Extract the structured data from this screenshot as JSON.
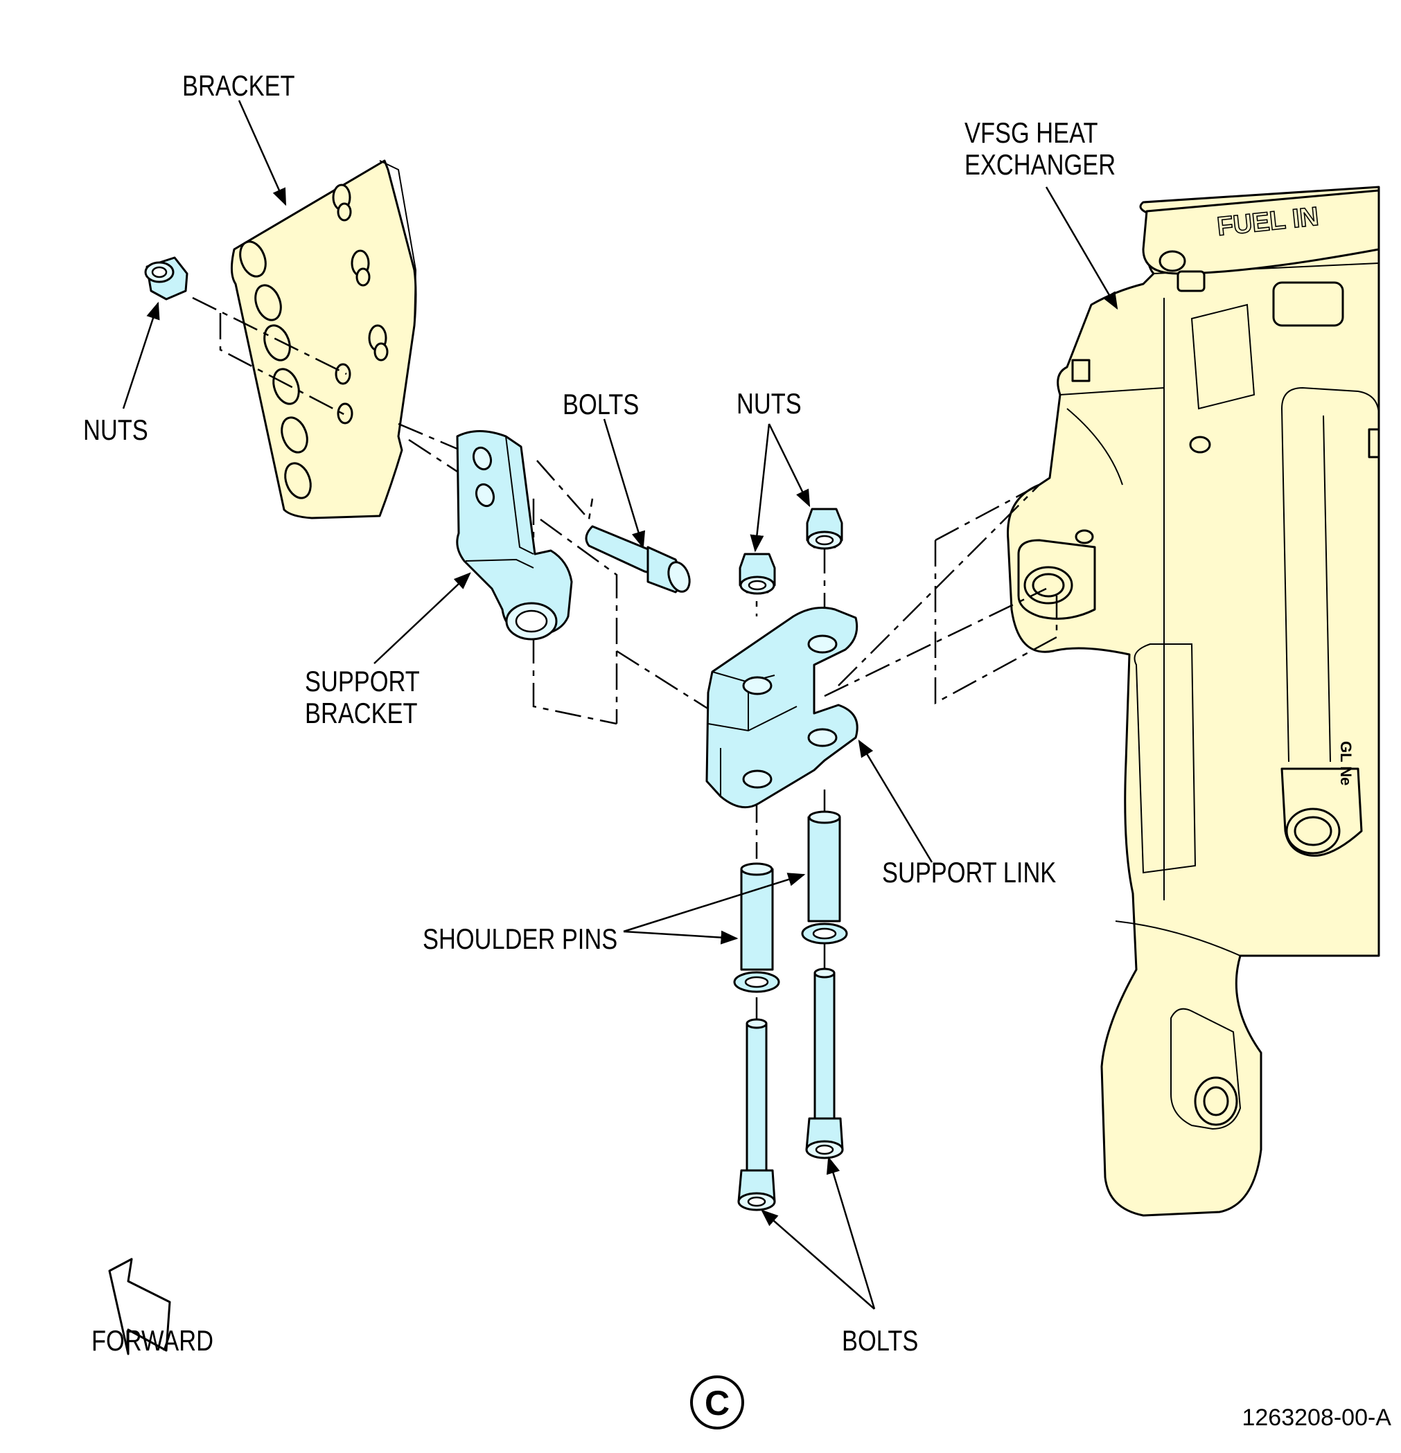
{
  "labels": {
    "bracket": "BRACKET",
    "nuts_left": "NUTS",
    "bolts_top": "BOLTS",
    "nuts_top": "NUTS",
    "heat_exchanger_line1": "VFSG HEAT",
    "heat_exchanger_line2": "EXCHANGER",
    "support_bracket_line1": "SUPPORT",
    "support_bracket_line2": "BRACKET",
    "support_link": "SUPPORT LINK",
    "shoulder_pins": "SHOULDER PINS",
    "bolts_bottom": "BOLTS",
    "forward": "FORWARD",
    "fuel_in": "FUEL IN",
    "view_letter": "C",
    "figure_number": "1263208-00-A"
  },
  "colors": {
    "structure_fill": "#fffacd",
    "part_fill": "#c8f3fa",
    "line": "#000000",
    "background": "#ffffff"
  }
}
